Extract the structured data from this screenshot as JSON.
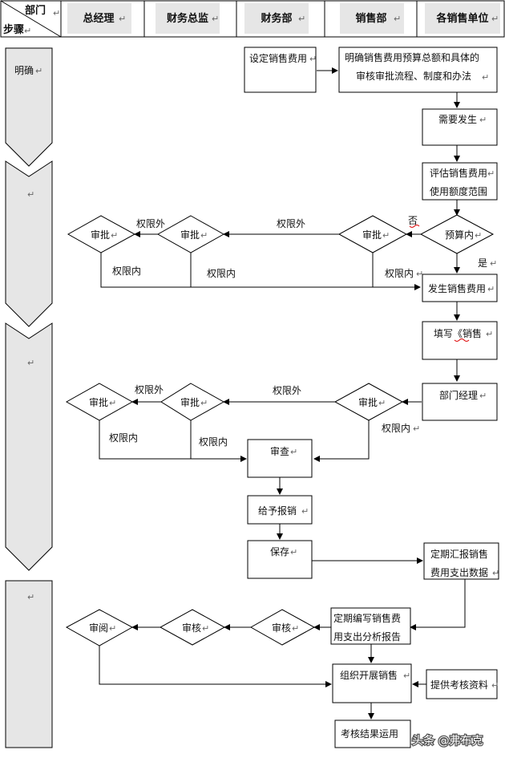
{
  "header": {
    "corner_top": "部门",
    "corner_bottom": "步骤",
    "columns": [
      "总经理",
      "财务总监",
      "财务部",
      "销售部",
      "各销售单位"
    ]
  },
  "steps": [
    "明确",
    "",
    "",
    ""
  ],
  "nodes": {
    "set_budget": "设定销售费用",
    "clarify_line1": "明确销售费用预算总额和具体的",
    "clarify_line2": "审核审批流程、制度和办法",
    "need_arise": "需要发生",
    "assess_line1": "评估销售费用",
    "assess_line2": "使用额度范围",
    "within_budget": "预算内",
    "approve_sales_1": "审批",
    "approve_cfo_1": "审批",
    "approve_gm_1": "审批",
    "incur_expense": "发生销售费用",
    "fill_form": "填写《销售",
    "dept_manager": "部门经理",
    "approve_sales_2": "审批",
    "approve_cfo_2": "审批",
    "approve_gm_2": "审批",
    "review": "审查",
    "reimburse": "给予报销",
    "save": "保存",
    "report_line1": "定期汇报销售",
    "report_line2": "费用支出数据",
    "analysis_line1": "定期编写销售费",
    "analysis_line2": "用支出分析报告",
    "audit_fin": "审核",
    "audit_cfo": "审核",
    "read_gm": "审阅",
    "organize": "组织开展销售",
    "provide": "提供考核资料",
    "result_use": "考核结果运用"
  },
  "edge_labels": {
    "no": "否",
    "yes": "是",
    "out_of_limit": "权限外",
    "within_limit": "权限内"
  },
  "watermark": "头条 @弗布克"
}
